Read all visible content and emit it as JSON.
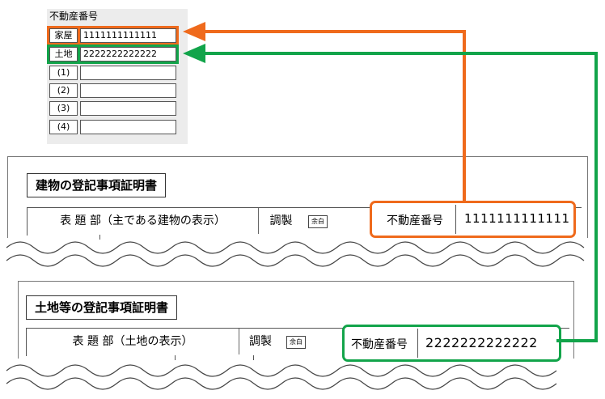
{
  "form": {
    "title": "不動産番号",
    "rows": [
      {
        "label": "家屋",
        "value": "1111111111111"
      },
      {
        "label": "土地",
        "value": "2222222222222"
      },
      {
        "label": "(1)",
        "value": ""
      },
      {
        "label": "(2)",
        "value": ""
      },
      {
        "label": "(3)",
        "value": ""
      },
      {
        "label": "(4)",
        "value": ""
      }
    ]
  },
  "building": {
    "title": "建物の登記事項証明書",
    "header": "表 題 部（主である建物の表示）",
    "prepared": "調製",
    "blank": "余白",
    "number_label": "不動産番号",
    "number_value": "1111111111111"
  },
  "land": {
    "title": "土地等の登記事項証明書",
    "header": "表 題 部（土地の表示）",
    "prepared": "調製",
    "blank": "余白",
    "number_label": "不動産番号",
    "number_value": "2222222222222"
  },
  "colors": {
    "orange": "#ef6a1c",
    "green": "#12a44a"
  }
}
